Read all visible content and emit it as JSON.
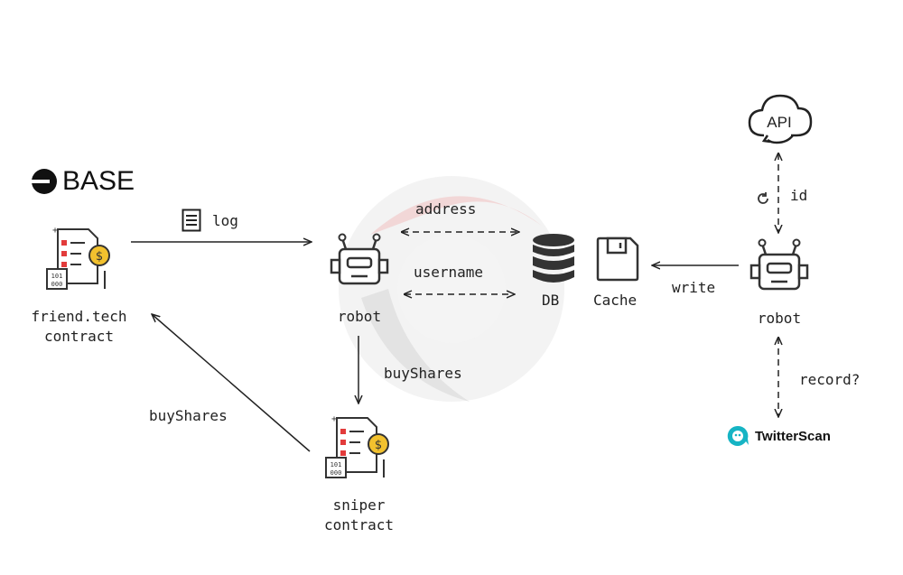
{
  "brand": {
    "base_logo_text": "BASE",
    "twitterscan_text": "TwitterScan",
    "api_text": "API"
  },
  "nodes": {
    "friendtech_line1": "friend.tech",
    "friendtech_line2": "contract",
    "robot_main": "robot",
    "robot_right": "robot",
    "sniper_line1": "sniper",
    "sniper_line2": "contract",
    "db": "DB",
    "cache": "Cache"
  },
  "edges": {
    "log": "log",
    "address": "address",
    "username": "username",
    "buyshares_down": "buyShares",
    "buyshares_back": "buyShares",
    "write": "write",
    "id": "id",
    "record": "record?"
  },
  "colors": {
    "ink": "#222222",
    "contract_red": "#e23b3b",
    "coin_gold": "#f2c12e",
    "twitterscan": "#16b4c4"
  }
}
